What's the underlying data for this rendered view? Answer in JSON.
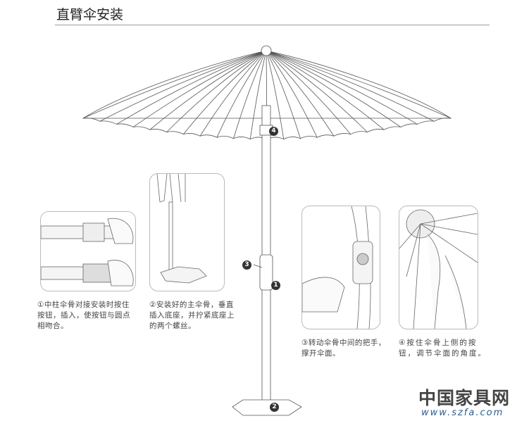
{
  "title": "直臂伞安装",
  "steps": [
    {
      "num": "1",
      "text": "①中柱伞骨对接安装时按住按钮，插入，使按钮与圆点相吻合。"
    },
    {
      "num": "2",
      "text": "②安装好的主伞骨，垂直插入底座，并拧紧底座上的两个螺丝。"
    },
    {
      "num": "3",
      "text": "③转动伞骨中间的把手，撑开伞面。"
    },
    {
      "num": "4",
      "text": "④按住伞骨上侧的按钮，调节伞面的角度。"
    }
  ],
  "watermark": {
    "name": "中国家具网",
    "url": "www.szfa.com"
  }
}
